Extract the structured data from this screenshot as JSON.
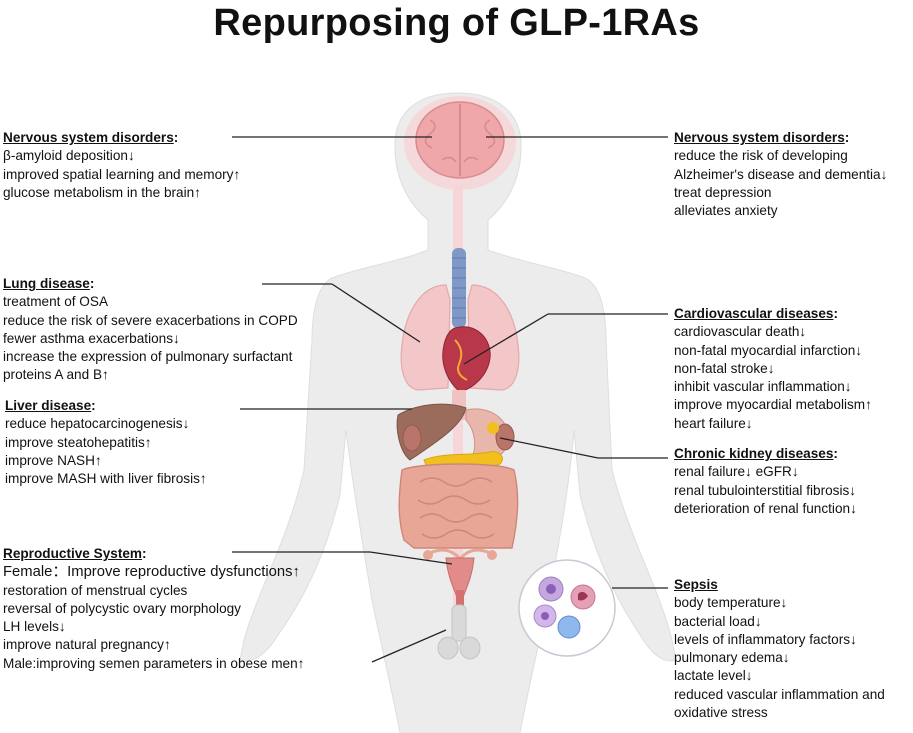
{
  "title": "Repurposing of GLP-1RAs",
  "nervous_left": {
    "heading": "Nervous system disorders",
    "suffix": ":",
    "lines": [
      "β-amyloid deposition↓",
      "improved spatial learning and  memory↑",
      "glucose metabolism in the brain↑"
    ]
  },
  "nervous_right": {
    "heading": "Nervous system disorders",
    "suffix": ":",
    "lines": [
      "reduce the risk of developing",
      "Alzheimer's disease and dementia↓",
      "treat depression",
      "alleviates anxiety"
    ]
  },
  "lung": {
    "heading": "Lung disease",
    "suffix": ":",
    "lines": [
      "treatment of OSA",
      "reduce the risk of severe exacerbations in COPD",
      "fewer asthma exacerbations↓",
      "increase the expression of pulmonary surfactant",
      "proteins A and B↑"
    ]
  },
  "cardio": {
    "heading": "Cardiovascular diseases",
    "suffix": ":",
    "lines": [
      "cardiovascular death↓",
      "non-fatal myocardial infarction↓",
      "non-fatal stroke↓",
      "inhibit vascular inflammation↓",
      "improve myocardial metabolism↑",
      "heart failure↓"
    ]
  },
  "liver": {
    "heading": "Liver disease",
    "suffix": ":",
    "lines": [
      "reduce hepatocarcinogenesis↓",
      "improve steatohepatitis↑",
      "improve NASH↑",
      "improve MASH  with liver fibrosis↑"
    ]
  },
  "kidney": {
    "heading": "Chronic kidney diseases",
    "suffix": ":",
    "lines": [
      "renal failure↓ eGFR↓",
      "renal tubulointerstitial fibrosis↓",
      "deterioration of renal function↓"
    ]
  },
  "repro": {
    "heading": "Reproductive System",
    "suffix": ":",
    "lines": [
      "Female：Improve reproductive dysfunctions↑",
      "restoration of menstrual cycles",
      "reversal of polycystic ovary morphology",
      "LH levels↓",
      "improve natural pregnancy↑",
      "Male:improving semen parameters in obese men↑"
    ]
  },
  "sepsis": {
    "heading": "Sepsis",
    "suffix": "",
    "lines": [
      "body temperature↓",
      "bacterial load↓",
      "levels of inflammatory factors↓",
      "pulmonary edema↓",
      "lactate level↓",
      "reduced vascular inflammation and",
      "oxidative stress"
    ]
  },
  "colors": {
    "body": "#ececec",
    "brain": "#f0a7a9",
    "lung": "#f3c7c8",
    "heart": "#b8384a",
    "liver": "#9b6b5c",
    "intestine": "#e8a796",
    "trachea": "#7f98c8",
    "pancreas": "#f2c01e"
  }
}
